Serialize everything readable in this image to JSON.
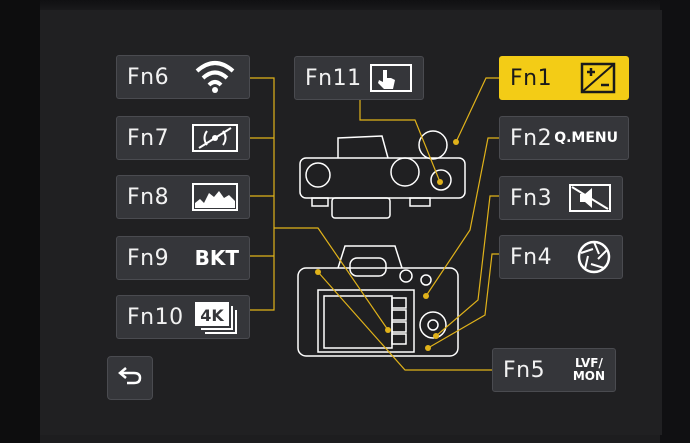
{
  "buttons": {
    "fn1": {
      "label": "Fn1",
      "icon": "exposure-compensation-icon"
    },
    "fn2": {
      "label": "Fn2",
      "icon_text": "Q.MENU"
    },
    "fn3": {
      "label": "Fn3",
      "icon": "mute-icon"
    },
    "fn4": {
      "label": "Fn4",
      "icon": "aperture-icon"
    },
    "fn5": {
      "label": "Fn5",
      "icon_text_top": "LVF/",
      "icon_text_bottom": "MON"
    },
    "fn6": {
      "label": "Fn6",
      "icon": "wifi-icon"
    },
    "fn7": {
      "label": "Fn7",
      "icon": "wireless-off-icon"
    },
    "fn8": {
      "label": "Fn8",
      "icon": "histogram-icon"
    },
    "fn9": {
      "label": "Fn9",
      "icon_text": "BKT"
    },
    "fn10": {
      "label": "Fn10",
      "icon": "4k-photo-icon"
    },
    "fn11": {
      "label": "Fn11",
      "icon": "touch-screen-icon"
    }
  },
  "selected": "Fn1",
  "back": {
    "icon": "back-arrow-icon"
  },
  "colors": {
    "accent": "#f3cc16",
    "button_bg": "#35363a",
    "background": "#202022",
    "line": "#e0b21a"
  }
}
